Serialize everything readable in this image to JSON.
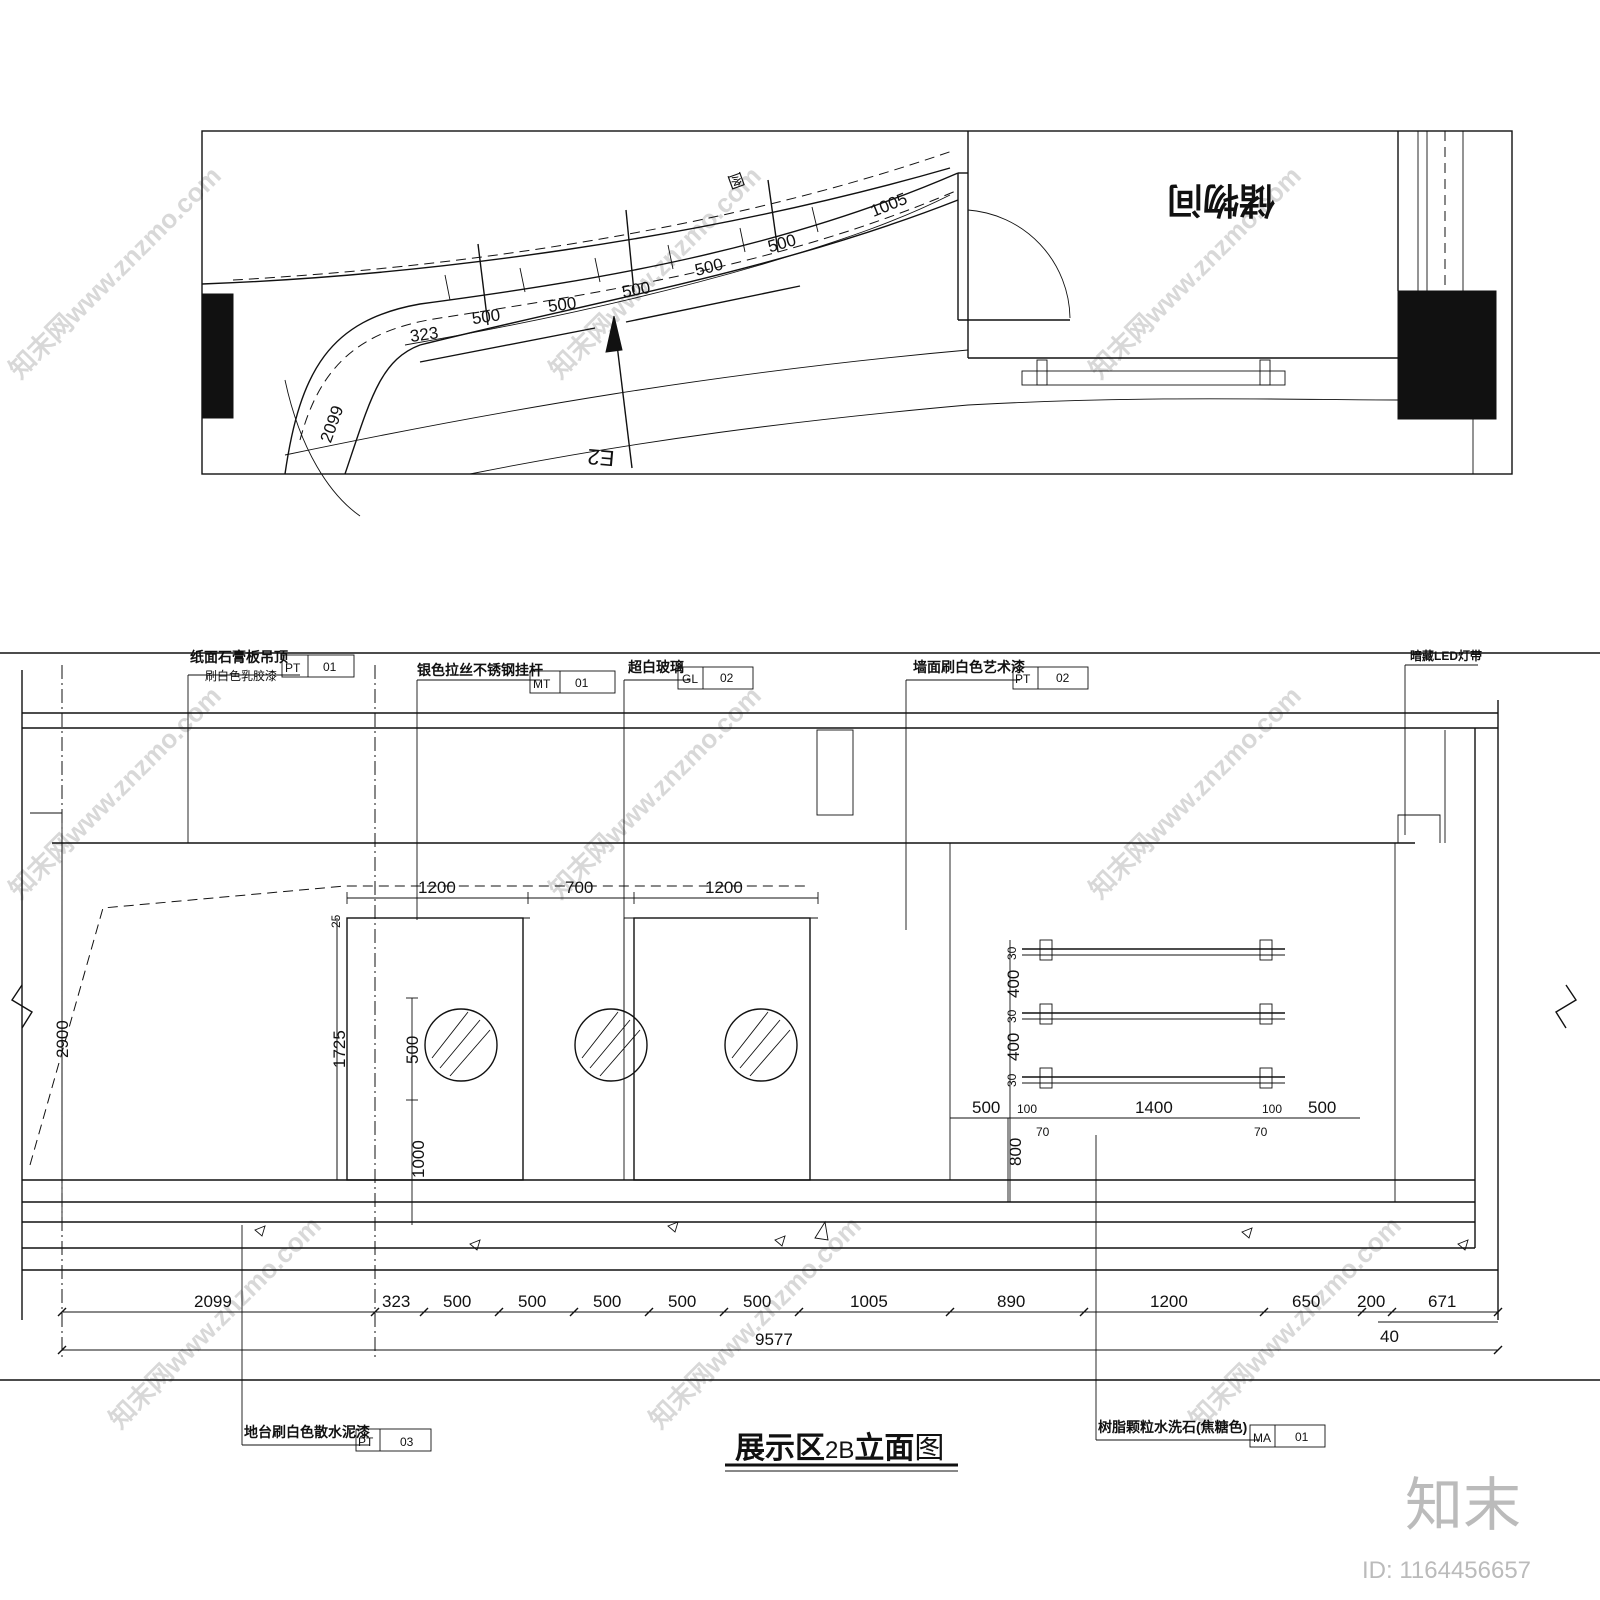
{
  "plan": {
    "room_label": "储物间",
    "section_mark": "E2",
    "small_mark": "图",
    "radius_dim": "2099",
    "arc_dims": [
      "323",
      "500",
      "500",
      "500",
      "500",
      "500",
      "1005"
    ]
  },
  "callouts": [
    {
      "text": "纸面石膏板吊顶",
      "sub": "刷白色乳胶漆",
      "code": "PT",
      "num": "01"
    },
    {
      "text": "银色拉丝不锈钢挂杆",
      "sub": "",
      "code": "MT",
      "num": "01"
    },
    {
      "text": "超白玻璃",
      "sub": "",
      "code": "GL",
      "num": "02"
    },
    {
      "text": "墙面刷白色艺术漆",
      "sub": "",
      "code": "PT",
      "num": "02"
    },
    {
      "text": "暗藏LED灯带",
      "sub": "",
      "code": "",
      "num": ""
    },
    {
      "text": "地台刷白色散水泥漆",
      "sub": "",
      "code": "PT",
      "num": "03"
    },
    {
      "text": "树脂颗粒水洗石(焦糖色)",
      "sub": "",
      "code": "MA",
      "num": "01"
    }
  ],
  "elevation": {
    "top_dims": [
      "1200",
      "700",
      "1200"
    ],
    "small_dim": "25",
    "height_total": "2900",
    "panel_height": "1725",
    "mirror_dim": "500",
    "base_dim": "1000",
    "shelf_gaps": [
      "30",
      "400",
      "30",
      "400",
      "30"
    ],
    "shelf_base": "800",
    "shelf_dims_top": [
      "500",
      "100",
      "1400",
      "100",
      "500"
    ],
    "shelf_dims_bottom": [
      "70",
      "70"
    ],
    "bottom_dims": [
      "2099",
      "323",
      "500",
      "500",
      "500",
      "500",
      "500",
      "1005",
      "890",
      "1200",
      "650",
      "200",
      "671"
    ],
    "extra_dim": "40",
    "total_dim": "9577"
  },
  "title": {
    "main_a": "展示区",
    "main_b": "2B",
    "main_c": "立面",
    "main_d": "图"
  },
  "watermark": {
    "logo": "知末",
    "id_text": "ID: 1164456657",
    "repeat_text": "知末网www.znzmo.com"
  }
}
